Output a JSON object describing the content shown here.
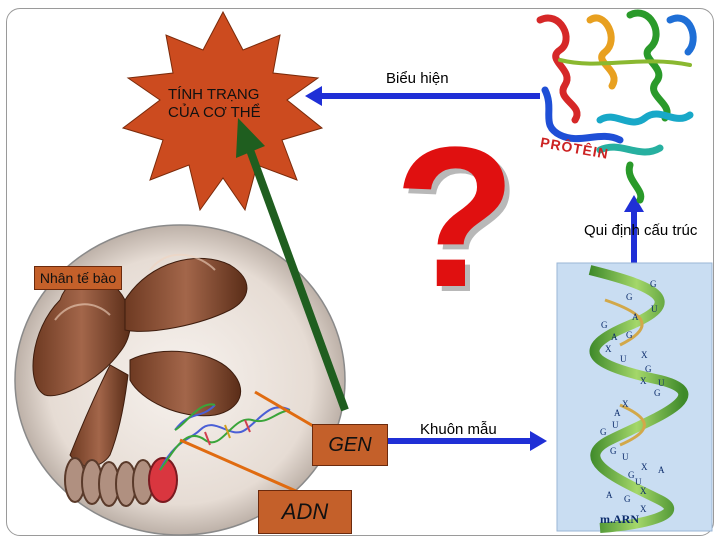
{
  "trait": {
    "line1": "TÍNH TRẠNG",
    "line2": "CỦA CƠ THỂ"
  },
  "labels": {
    "expression": "Biểu hiện",
    "protein": "PRÔTÊIN",
    "structure": "Qui định  cấu trúc",
    "nucleus": "Nhân tế bào",
    "template": "Khuôn mẫu",
    "gene": "GEN",
    "dna": "ADN",
    "question": "?",
    "mrna": "m.ARN"
  },
  "mrna_bases": [
    "G",
    "G",
    "U",
    "A",
    "G",
    "A",
    "G",
    "X",
    "X",
    "U",
    "G",
    "X",
    "U",
    "G",
    "X",
    "A",
    "U",
    "G",
    "G",
    "U",
    "X",
    "G",
    "A",
    "X",
    "U",
    "A",
    "G",
    "X"
  ],
  "colors": {
    "star": "#cc4b1f",
    "arrow_blue": "#1f2fd6",
    "arrow_green": "#1f5e1f",
    "question": "#e01010",
    "box_orange": "#c4602a",
    "line_orange": "#e06b10"
  }
}
